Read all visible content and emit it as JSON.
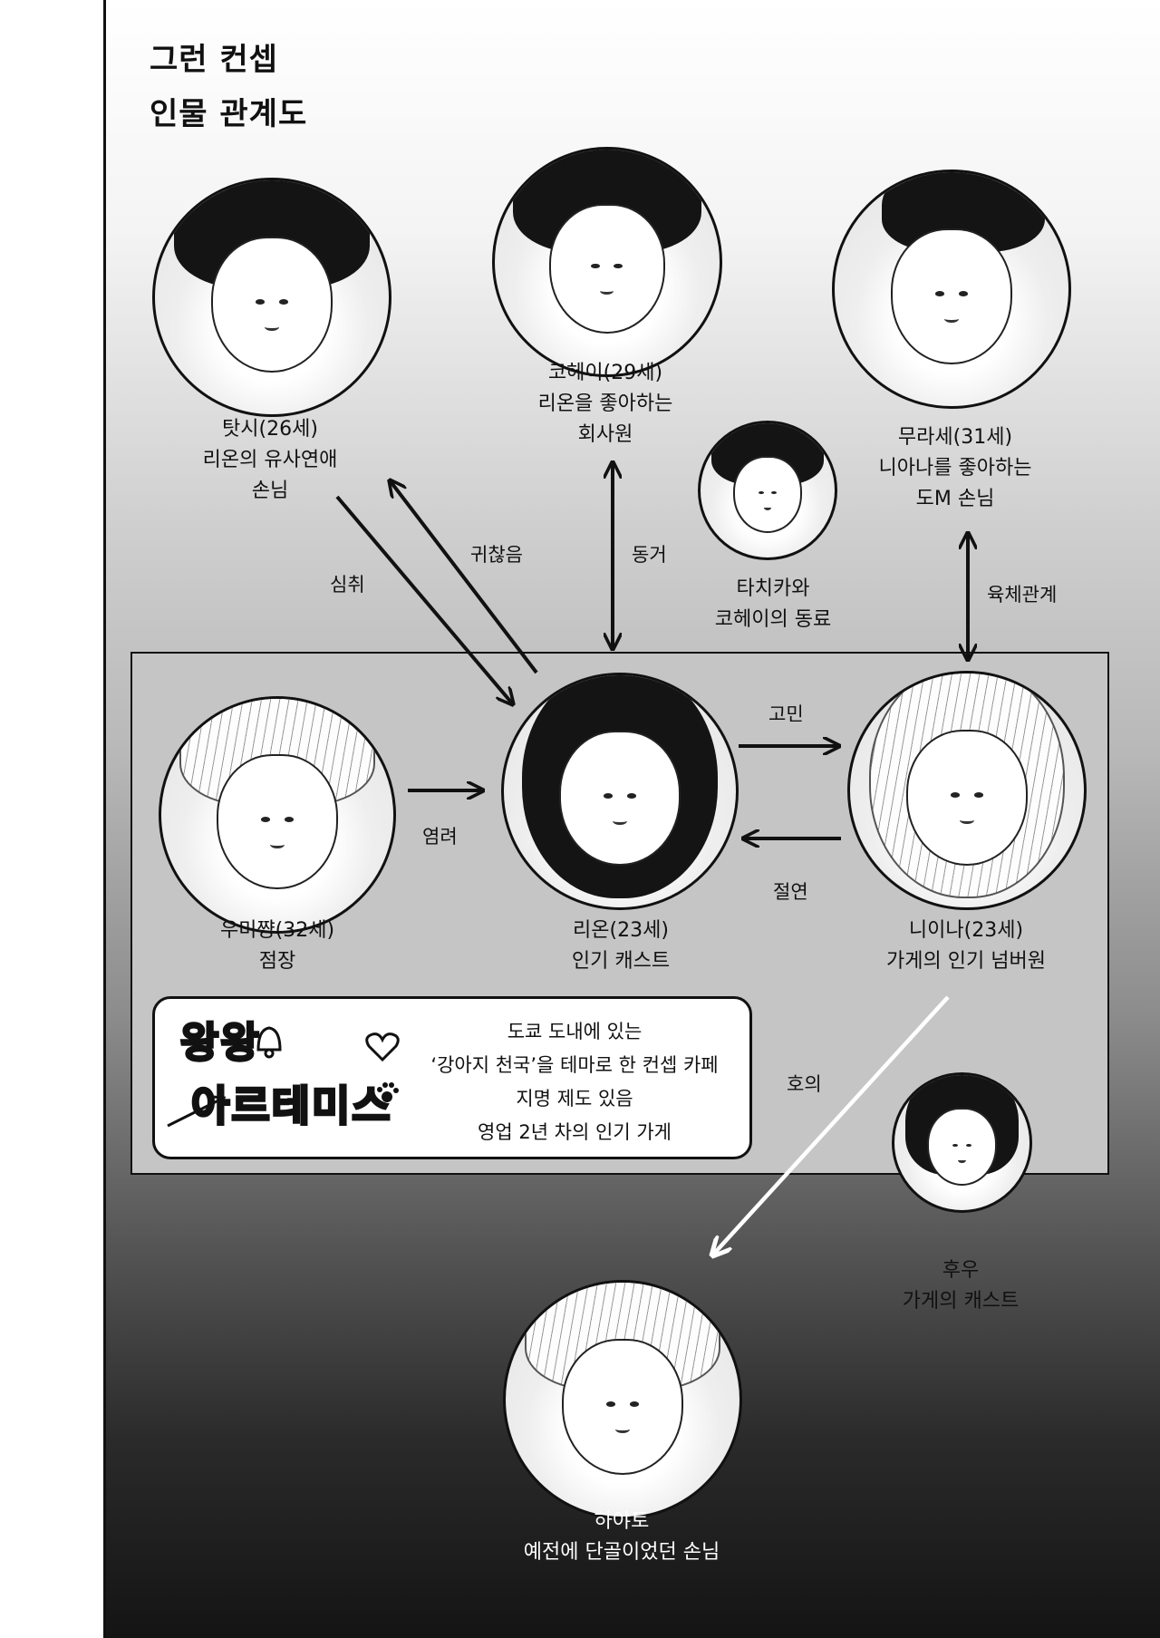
{
  "title": {
    "line1": "그런 컨셉",
    "line2": "인물 관계도"
  },
  "characters": [
    {
      "id": "tassi",
      "name": "탓시(26세)",
      "desc": [
        "리온의 유사연애",
        "손님"
      ]
    },
    {
      "id": "kohei",
      "name": "코헤이(29세)",
      "desc": [
        "리온을 좋아하는",
        "회사원"
      ]
    },
    {
      "id": "murase",
      "name": "무라세(31세)",
      "desc": [
        "니아나를 좋아하는",
        "도M 손님"
      ]
    },
    {
      "id": "tachika",
      "name": "",
      "desc": [
        "타치카와",
        "코헤이의 동료"
      ]
    },
    {
      "id": "umichan",
      "name": "우미쨩(32세)",
      "desc": [
        "점장"
      ]
    },
    {
      "id": "rion",
      "name": "리온(23세)",
      "desc": [
        "인기 캐스트"
      ]
    },
    {
      "id": "niina",
      "name": "니이나(23세)",
      "desc": [
        "가게의 인기 넘버원"
      ]
    },
    {
      "id": "fuu",
      "name": "후우",
      "desc": [
        "가게의 캐스트"
      ]
    },
    {
      "id": "hayato",
      "name": "하야토",
      "desc": [
        "예전에 단골이었던 손님"
      ]
    }
  ],
  "relations": {
    "tassi_to_rion": "심취",
    "rion_to_tassi": "귀찮음",
    "kohei_rion": "동거",
    "murase_niina": "육체관계",
    "rion_to_niina": "고민",
    "niina_to_rion": "절연",
    "umichan_to_rion": "염려",
    "niina_to_hayato": "호의"
  },
  "cafe": {
    "logo_line1": "왕왕",
    "logo_line2": "아르테미스",
    "lines": [
      "도쿄 도내에 있는",
      "‘강아지 천국’을 테마로 한 컨셉 카페",
      "지명 제도 있음",
      "영업 2년 차의 인기 가게"
    ]
  }
}
